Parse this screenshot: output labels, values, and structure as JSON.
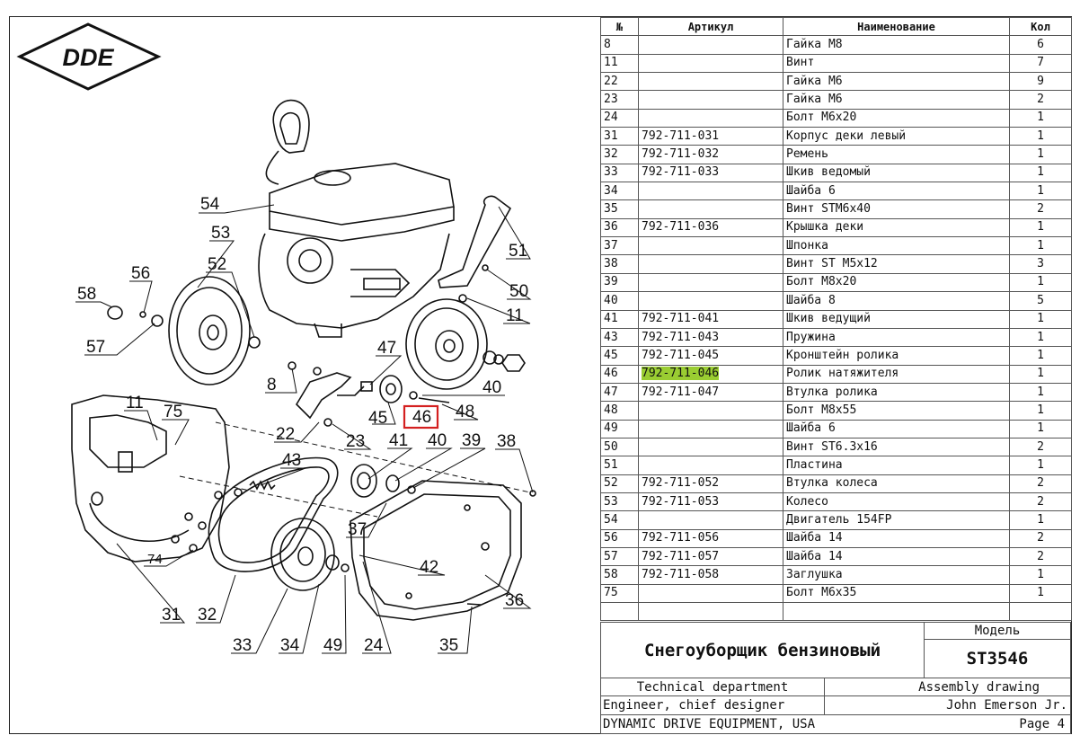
{
  "brand": {
    "logo_text": "DDE"
  },
  "table": {
    "headers": {
      "num": "№",
      "article": "Артикул",
      "name": "Наименование",
      "qty": "Кол"
    },
    "rows": [
      {
        "n": "8",
        "a": "",
        "name": "Гайка M8",
        "q": "6"
      },
      {
        "n": "11",
        "a": "",
        "name": "Винт",
        "q": "7"
      },
      {
        "n": "22",
        "a": "",
        "name": "Гайка M6",
        "q": "9"
      },
      {
        "n": "23",
        "a": "",
        "name": "Гайка M6",
        "q": "2"
      },
      {
        "n": "24",
        "a": "",
        "name": "Болт M6x20",
        "q": "1"
      },
      {
        "n": "31",
        "a": "792-711-031",
        "name": "Корпус деки левый",
        "q": "1"
      },
      {
        "n": "32",
        "a": "792-711-032",
        "name": "Ремень",
        "q": "1"
      },
      {
        "n": "33",
        "a": "792-711-033",
        "name": "Шкив ведомый",
        "q": "1"
      },
      {
        "n": "34",
        "a": "",
        "name": "Шайба 6",
        "q": "1"
      },
      {
        "n": "35",
        "a": "",
        "name": "Винт STM6x40",
        "q": "2"
      },
      {
        "n": "36",
        "a": "792-711-036",
        "name": "Крышка деки",
        "q": "1"
      },
      {
        "n": "37",
        "a": "",
        "name": "Шпонка",
        "q": "1"
      },
      {
        "n": "38",
        "a": "",
        "name": "Винт ST M5x12",
        "q": "3"
      },
      {
        "n": "39",
        "a": "",
        "name": "Болт M8x20",
        "q": "1"
      },
      {
        "n": "40",
        "a": "",
        "name": "Шайба 8",
        "q": "5"
      },
      {
        "n": "41",
        "a": "792-711-041",
        "name": "Шкив ведущий",
        "q": "1"
      },
      {
        "n": "43",
        "a": "792-711-043",
        "name": "Пружина",
        "q": "1"
      },
      {
        "n": "45",
        "a": "792-711-045",
        "name": "Кронштейн ролика",
        "q": "1"
      },
      {
        "n": "46",
        "a": "792-711-046",
        "name": "Ролик натяжителя",
        "q": "1",
        "highlight": true
      },
      {
        "n": "47",
        "a": "792-711-047",
        "name": "Втулка ролика",
        "q": "1"
      },
      {
        "n": "48",
        "a": "",
        "name": "Болт M8x55",
        "q": "1"
      },
      {
        "n": "49",
        "a": "",
        "name": "Шайба 6",
        "q": "1"
      },
      {
        "n": "50",
        "a": "",
        "name": "Винт ST6.3x16",
        "q": "2"
      },
      {
        "n": "51",
        "a": "",
        "name": "Пластина",
        "q": "1"
      },
      {
        "n": "52",
        "a": "792-711-052",
        "name": "Втулка колеса",
        "q": "2"
      },
      {
        "n": "53",
        "a": "792-711-053",
        "name": "Колесо",
        "q": "2"
      },
      {
        "n": "54",
        "a": "",
        "name": "Двигатель 154FP",
        "q": "1"
      },
      {
        "n": "56",
        "a": "792-711-056",
        "name": "Шайба 14",
        "q": "2"
      },
      {
        "n": "57",
        "a": "792-711-057",
        "name": "Шайба 14",
        "q": "2"
      },
      {
        "n": "58",
        "a": "792-711-058",
        "name": "Заглушка",
        "q": "1"
      },
      {
        "n": "75",
        "a": "",
        "name": "Болт M6x35",
        "q": "1"
      },
      {
        "n": "",
        "a": "",
        "name": "",
        "q": ""
      }
    ]
  },
  "title_block": {
    "model_label": "Модель",
    "product_name": "Снегоуборщик бензиновый",
    "model": "ST3546",
    "department": "Technical department",
    "drawing_type": "Assembly drawing",
    "role": "Engineer, chief designer",
    "engineer": "John Emerson Jr.",
    "company": "DYNAMIC DRIVE EQUIPMENT, USA",
    "page": "Page 4"
  },
  "callouts": {
    "c54": "54",
    "c53": "53",
    "c52": "52",
    "c56": "56",
    "c58": "58",
    "c57": "57",
    "c51": "51",
    "c50": "50",
    "c11a": "11",
    "c47": "47",
    "c8": "8",
    "c40a": "40",
    "c45": "45",
    "c46": "46",
    "c48": "48",
    "c11b": "11",
    "c75": "75",
    "c22": "22",
    "c23": "23",
    "c41": "41",
    "c40b": "40",
    "c39": "39",
    "c38": "38",
    "c43": "43",
    "c37": "37",
    "c42": "42",
    "c74": "74",
    "c31": "31",
    "c32": "32",
    "c36": "36",
    "c33": "33",
    "c34": "34",
    "c49": "49",
    "c24": "24",
    "c35": "35"
  },
  "colors": {
    "highlight": "#9acd32",
    "callout_box": "#d42020"
  }
}
